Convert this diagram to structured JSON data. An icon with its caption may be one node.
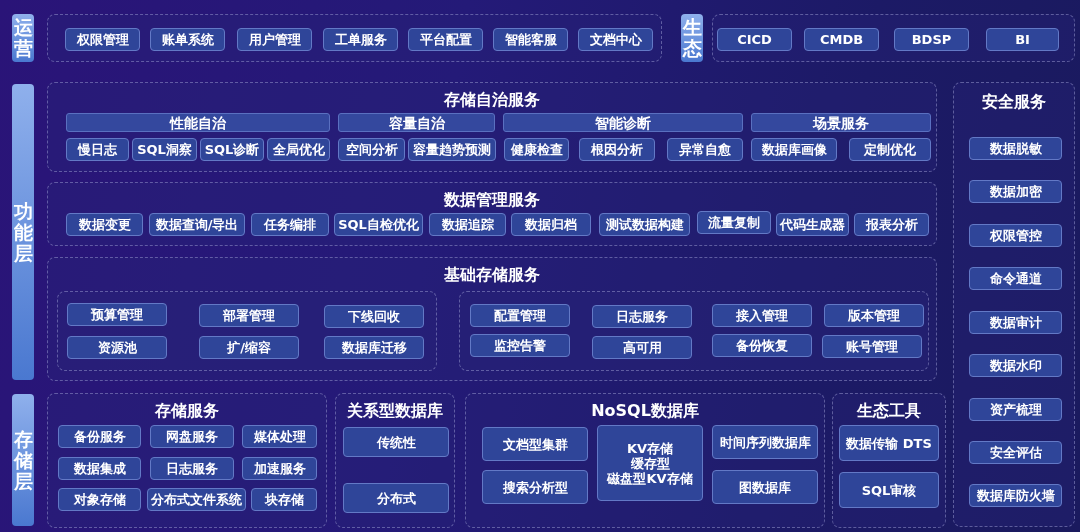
{
  "diagram": {
    "nodes": [
      {
        "text": [
          "运营"
        ]
      },
      {
        "text": [],
        "shape": "box"
      },
      {
        "text": [
          "权限管理"
        ],
        "in": 1
      },
      {
        "text": [
          "账单系统"
        ],
        "in": 1
      },
      {
        "text": [
          "用户管理"
        ],
        "in": 1
      },
      {
        "text": [
          "工单服务"
        ],
        "in": 1
      },
      {
        "text": [
          "平台配置"
        ],
        "in": 1
      },
      {
        "text": [
          "智能客服"
        ],
        "in": 1
      },
      {
        "text": [
          "文档中心"
        ],
        "in": 1
      },
      {
        "text": [
          "生态"
        ]
      },
      {
        "text": [],
        "shape": "box"
      },
      {
        "text": [
          "CICD"
        ],
        "in": 10
      },
      {
        "text": [
          "CMDB"
        ],
        "in": 10
      },
      {
        "text": [
          "BDSP"
        ],
        "in": 10
      },
      {
        "text": [
          "BI"
        ],
        "in": 10
      },
      {
        "text": [
          "功能层"
        ]
      },
      {
        "text": [
          "存储自治服务"
        ]
      },
      {
        "text": [
          "性能自治"
        ],
        "in": 16
      },
      {
        "text": [
          "容量自治"
        ],
        "in": 16
      },
      {
        "text": [
          "智能诊断"
        ],
        "in": 16
      },
      {
        "text": [
          "场景服务"
        ],
        "in": 16
      },
      {
        "text": [
          "慢日志"
        ],
        "in": 16
      },
      {
        "text": [
          "SQL洞察"
        ],
        "in": 16
      },
      {
        "text": [
          "SQL诊断"
        ],
        "in": 16
      },
      {
        "text": [
          "全局优化"
        ],
        "in": 16
      },
      {
        "text": [
          "空间分析"
        ],
        "in": 16
      },
      {
        "text": [
          "容量趋势预测"
        ],
        "in": 16
      },
      {
        "text": [
          "健康检查"
        ],
        "in": 16
      },
      {
        "text": [
          "根因分析"
        ],
        "in": 16
      },
      {
        "text": [
          "异常自愈"
        ],
        "in": 16
      },
      {
        "text": [
          "数据库画像"
        ],
        "in": 16
      },
      {
        "text": [
          "定制优化"
        ],
        "in": 16
      },
      {
        "text": [
          "数据管理服务"
        ]
      },
      {
        "text": [
          "数据变更"
        ],
        "in": 32
      },
      {
        "text": [
          "数据查询/导出"
        ],
        "in": 32
      },
      {
        "text": [
          "任务编排"
        ],
        "in": 32
      },
      {
        "text": [
          "SQL自检优化"
        ],
        "in": 32
      },
      {
        "text": [
          "数据追踪"
        ],
        "in": 32
      },
      {
        "text": [
          "数据归档"
        ],
        "in": 32
      },
      {
        "text": [
          "测试数据构建"
        ],
        "in": 32
      },
      {
        "text": [
          "流量复制"
        ],
        "in": 32
      },
      {
        "text": [
          "代码生成器"
        ],
        "in": 32
      },
      {
        "text": [
          "报表分析"
        ],
        "in": 32
      },
      {
        "text": [
          "基础存储服务"
        ]
      },
      {
        "text": [],
        "shape": "box",
        "in": 43
      },
      {
        "text": [
          "预算管理"
        ],
        "in": 44
      },
      {
        "text": [
          "部署管理"
        ],
        "in": 44
      },
      {
        "text": [
          "下线回收"
        ],
        "in": 44
      },
      {
        "text": [
          "资源池"
        ],
        "in": 44
      },
      {
        "text": [
          "扩/缩容"
        ],
        "in": 44
      },
      {
        "text": [
          "数据库迁移"
        ],
        "in": 44
      },
      {
        "text": [],
        "shape": "box",
        "in": 43
      },
      {
        "text": [
          "配置管理"
        ],
        "in": 51
      },
      {
        "text": [
          "日志服务"
        ],
        "in": 51
      },
      {
        "text": [
          "接入管理"
        ],
        "in": 51
      },
      {
        "text": [
          "版本管理"
        ],
        "in": 51
      },
      {
        "text": [
          "监控告警"
        ],
        "in": 51
      },
      {
        "text": [
          "高可用"
        ],
        "in": 51
      },
      {
        "text": [
          "备份恢复"
        ],
        "in": 51
      },
      {
        "text": [
          "账号管理"
        ],
        "in": 51
      },
      {
        "text": [
          "安全服务"
        ]
      },
      {
        "text": [
          "数据脱敏"
        ],
        "in": 60
      },
      {
        "text": [
          "数据加密"
        ],
        "in": 60
      },
      {
        "text": [
          "权限管控"
        ],
        "in": 60
      },
      {
        "text": [
          "命令通道"
        ],
        "in": 60
      },
      {
        "text": [
          "数据审计"
        ],
        "in": 60
      },
      {
        "text": [
          "数据水印"
        ],
        "in": 60
      },
      {
        "text": [
          "资产梳理"
        ],
        "in": 60
      },
      {
        "text": [
          "安全评估"
        ],
        "in": 60
      },
      {
        "text": [
          "数据库防火墙"
        ],
        "in": 60
      },
      {
        "text": [
          "存储层"
        ]
      },
      {
        "text": [
          "存储服务"
        ]
      },
      {
        "text": [
          "备份服务"
        ],
        "in": 71
      },
      {
        "text": [
          "网盘服务"
        ],
        "in": 71
      },
      {
        "text": [
          "媒体处理"
        ],
        "in": 71
      },
      {
        "text": [
          "数据集成"
        ],
        "in": 71
      },
      {
        "text": [
          "日志服务"
        ],
        "in": 71
      },
      {
        "text": [
          "加速服务"
        ],
        "in": 71
      },
      {
        "text": [
          "对象存储"
        ],
        "in": 71
      },
      {
        "text": [
          "分布式文件系统"
        ],
        "in": 71
      },
      {
        "text": [
          "块存储"
        ],
        "in": 71
      },
      {
        "text": [
          "关系型数据库"
        ]
      },
      {
        "text": [
          "传统性"
        ],
        "in": 81
      },
      {
        "text": [
          "分布式"
        ],
        "in": 81
      },
      {
        "text": [
          "NoSQL数据库"
        ]
      },
      {
        "text": [
          "文档型集群"
        ],
        "in": 84
      },
      {
        "text": [
          "KV存储",
          "缓存型",
          "磁盘型KV存储"
        ],
        "in": 84
      },
      {
        "text": [
          "时间序列数据库"
        ],
        "in": 84
      },
      {
        "text": [
          "搜索分析型"
        ],
        "in": 84
      },
      {
        "text": [
          "图数据库"
        ],
        "in": 84
      },
      {
        "text": [
          "生态工具"
        ]
      },
      {
        "text": [
          "数据传输 DTS"
        ],
        "in": 90
      },
      {
        "text": [
          "SQL审核"
        ],
        "in": 90
      }
    ]
  }
}
